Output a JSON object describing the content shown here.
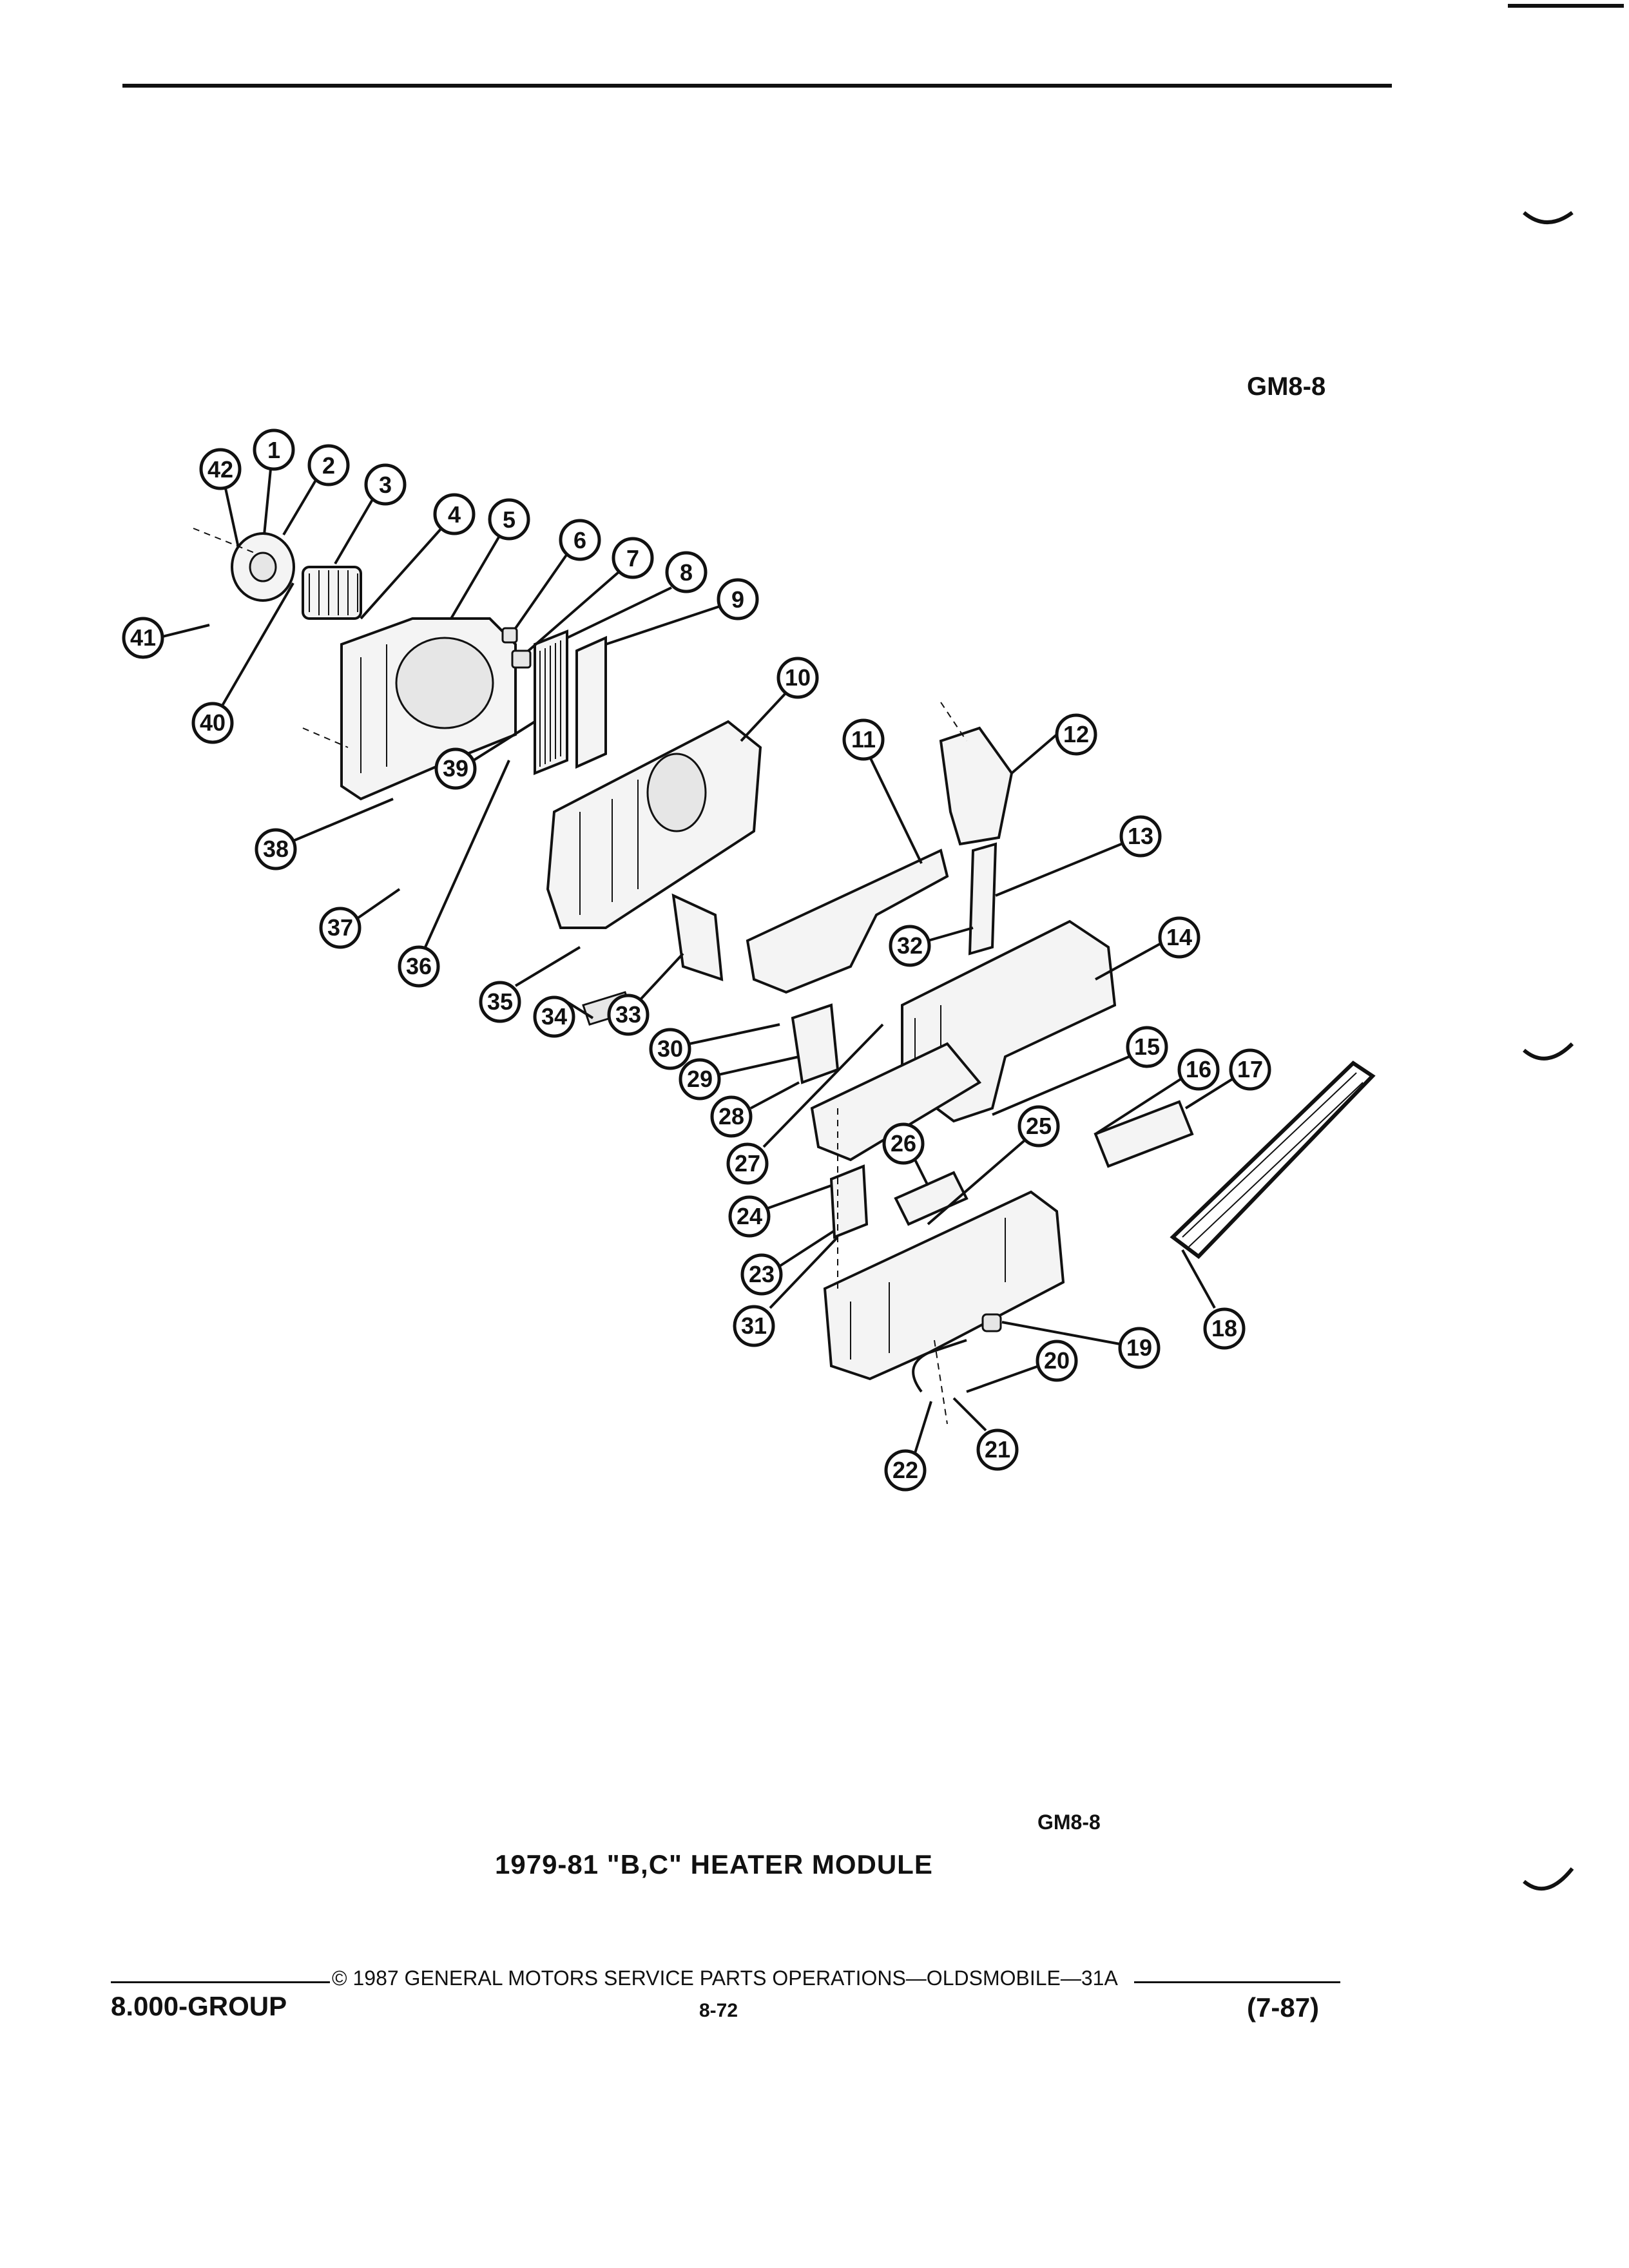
{
  "header": {
    "code_top": "GM8-8"
  },
  "diagram": {
    "callouts": [
      {
        "num": "1"
      },
      {
        "num": "2"
      },
      {
        "num": "3"
      },
      {
        "num": "4"
      },
      {
        "num": "5"
      },
      {
        "num": "6"
      },
      {
        "num": "7"
      },
      {
        "num": "8"
      },
      {
        "num": "9"
      },
      {
        "num": "10"
      },
      {
        "num": "11"
      },
      {
        "num": "12"
      },
      {
        "num": "13"
      },
      {
        "num": "14"
      },
      {
        "num": "15"
      },
      {
        "num": "16"
      },
      {
        "num": "17"
      },
      {
        "num": "18"
      },
      {
        "num": "19"
      },
      {
        "num": "20"
      },
      {
        "num": "21"
      },
      {
        "num": "22"
      },
      {
        "num": "23"
      },
      {
        "num": "24"
      },
      {
        "num": "25"
      },
      {
        "num": "26"
      },
      {
        "num": "27"
      },
      {
        "num": "28"
      },
      {
        "num": "29"
      },
      {
        "num": "30"
      },
      {
        "num": "31"
      },
      {
        "num": "32"
      },
      {
        "num": "33"
      },
      {
        "num": "34"
      },
      {
        "num": "35"
      },
      {
        "num": "36"
      },
      {
        "num": "37"
      },
      {
        "num": "38"
      },
      {
        "num": "39"
      },
      {
        "num": "40"
      },
      {
        "num": "41"
      },
      {
        "num": "42"
      }
    ]
  },
  "caption": {
    "code": "GM8-8",
    "title": "1979-81 \"B,C\" HEATER MODULE"
  },
  "footer": {
    "copyright": "© 1987 GENERAL MOTORS SERVICE PARTS OPERATIONS—OLDSMOBILE—31A",
    "group": "8.000-GROUP",
    "page": "8-72",
    "date": "(7-87)"
  }
}
